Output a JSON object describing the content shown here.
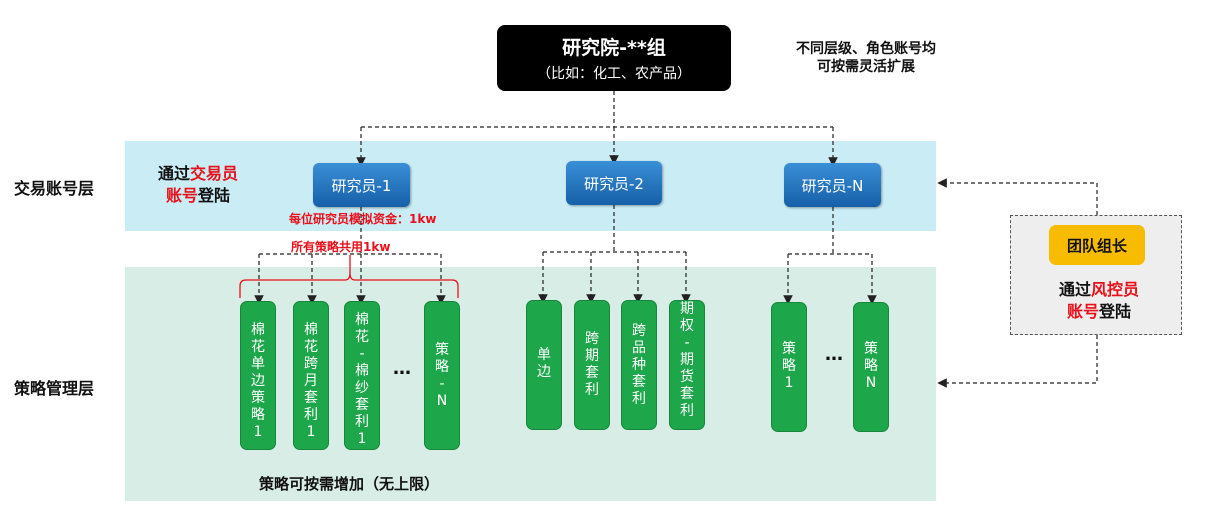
{
  "layers": {
    "trading": "交易账号层",
    "strategy": "策略管理层"
  },
  "org": {
    "title": "研究院-**组",
    "subtitle": "（比如：化工、农产品）"
  },
  "note_flexible": [
    "不同层级、角色账号均",
    "可按需灵活扩展"
  ],
  "trader_login": {
    "line1_prefix": "通过",
    "line1_red": "交易员",
    "line2_red": "账号",
    "line2_suffix": "登陆"
  },
  "researchers": [
    "研究员-1",
    "研究员-2",
    "研究员-N"
  ],
  "red_notes": {
    "capital": "每位研究员模拟资金：1kw",
    "shared": "所有策略共用1kw"
  },
  "strategies_group1": [
    [
      "棉",
      "花",
      "单",
      "边",
      "策",
      "略",
      "1"
    ],
    [
      "棉",
      "花",
      "跨",
      "月",
      "套",
      "利",
      "1"
    ],
    [
      "棉",
      "花",
      "-",
      "棉",
      "纱",
      "套",
      "利",
      "1"
    ],
    [
      "策",
      "略",
      "-",
      "N"
    ]
  ],
  "strategies_group2": [
    [
      "单",
      "边"
    ],
    [
      "跨",
      "期",
      "套",
      "利"
    ],
    [
      "跨",
      "品",
      "种",
      "套",
      "利"
    ],
    [
      "期",
      "权",
      "-",
      "期",
      "货",
      "套",
      "利"
    ]
  ],
  "strategies_group3": [
    [
      "策",
      "略",
      "1"
    ],
    [
      "策",
      "略",
      "N"
    ]
  ],
  "ellipsis": "…",
  "bottom_note": "策略可按需增加（无上限）",
  "leader": {
    "badge": "团队组长",
    "line1_prefix": "通过",
    "line1_red": "风控员",
    "line2_red": "账号",
    "line2_suffix": "登陆"
  },
  "colors": {
    "band_top": "#c9ecf5",
    "band_bottom": "#d8ede6",
    "researcher_blue": "#1f6fbd",
    "strategy_green": "#1ea64b",
    "leader_yellow": "#f7bc00",
    "accent_red": "#e8101a"
  }
}
